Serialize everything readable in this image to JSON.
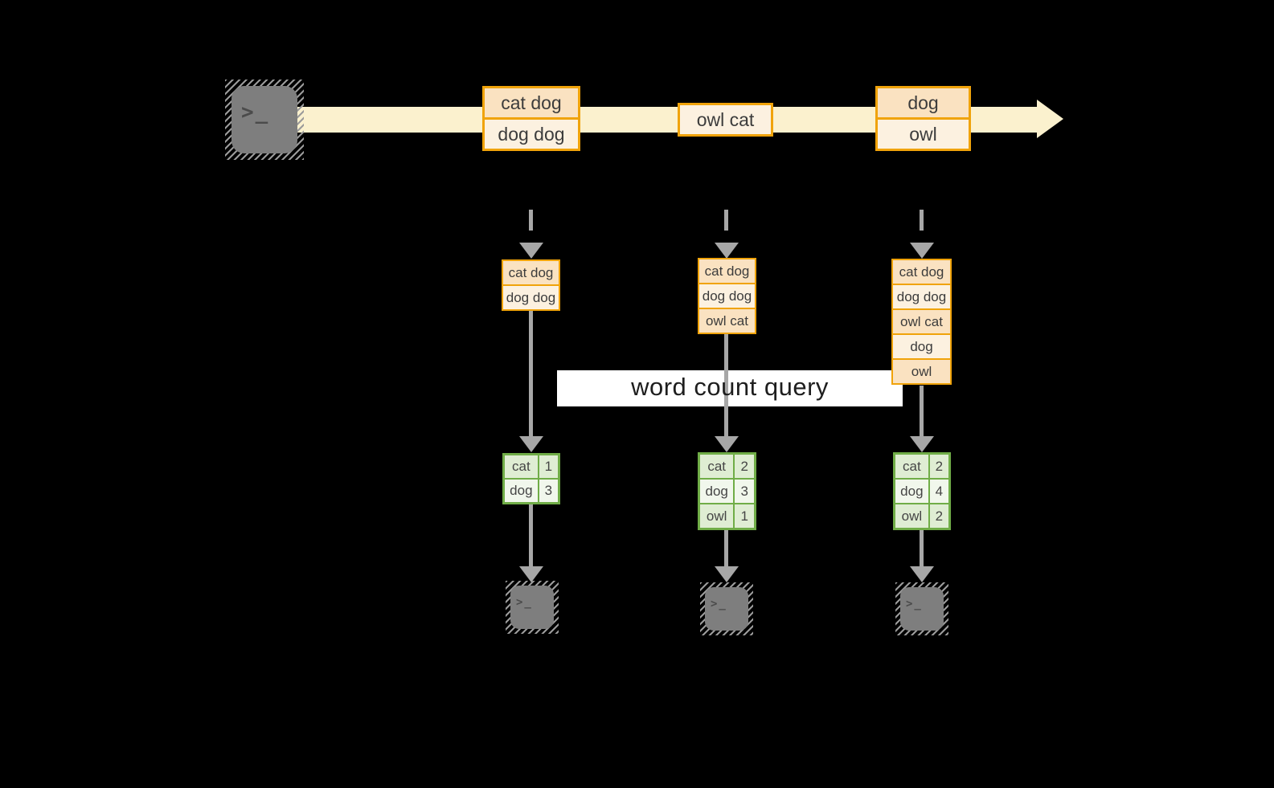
{
  "title_banner": {
    "label": "word count query"
  },
  "icons": {
    "terminal_prompt": ">_"
  },
  "colors": {
    "background": "#000000",
    "orange_border": "#F0A30A",
    "peach_fill": "#FAE2C1",
    "cream_fill": "#FCF1E0",
    "stream_band": "#FBF1CE",
    "green_border": "#70AD47",
    "green_fill": "#DFEDD3",
    "green_fill_light": "#F1F7EC",
    "arrow_gray": "#A7A7A7",
    "terminal_gray": "#7E7E7E"
  },
  "stream": {
    "events": [
      {
        "rows": [
          "cat dog",
          "dog dog"
        ]
      },
      {
        "rows": [
          "owl cat"
        ]
      },
      {
        "rows": [
          "dog",
          "owl"
        ]
      }
    ]
  },
  "accumulated": [
    {
      "rows": [
        "cat dog",
        "dog dog"
      ]
    },
    {
      "rows": [
        "cat dog",
        "dog dog",
        "owl cat"
      ]
    },
    {
      "rows": [
        "cat dog",
        "dog dog",
        "owl cat",
        "dog",
        "owl"
      ]
    }
  ],
  "results": [
    {
      "rows": [
        {
          "word": "cat",
          "count": "1"
        },
        {
          "word": "dog",
          "count": "3"
        }
      ]
    },
    {
      "rows": [
        {
          "word": "cat",
          "count": "2"
        },
        {
          "word": "dog",
          "count": "3"
        },
        {
          "word": "owl",
          "count": "1"
        }
      ]
    },
    {
      "rows": [
        {
          "word": "cat",
          "count": "2"
        },
        {
          "word": "dog",
          "count": "4"
        },
        {
          "word": "owl",
          "count": "2"
        }
      ]
    }
  ]
}
